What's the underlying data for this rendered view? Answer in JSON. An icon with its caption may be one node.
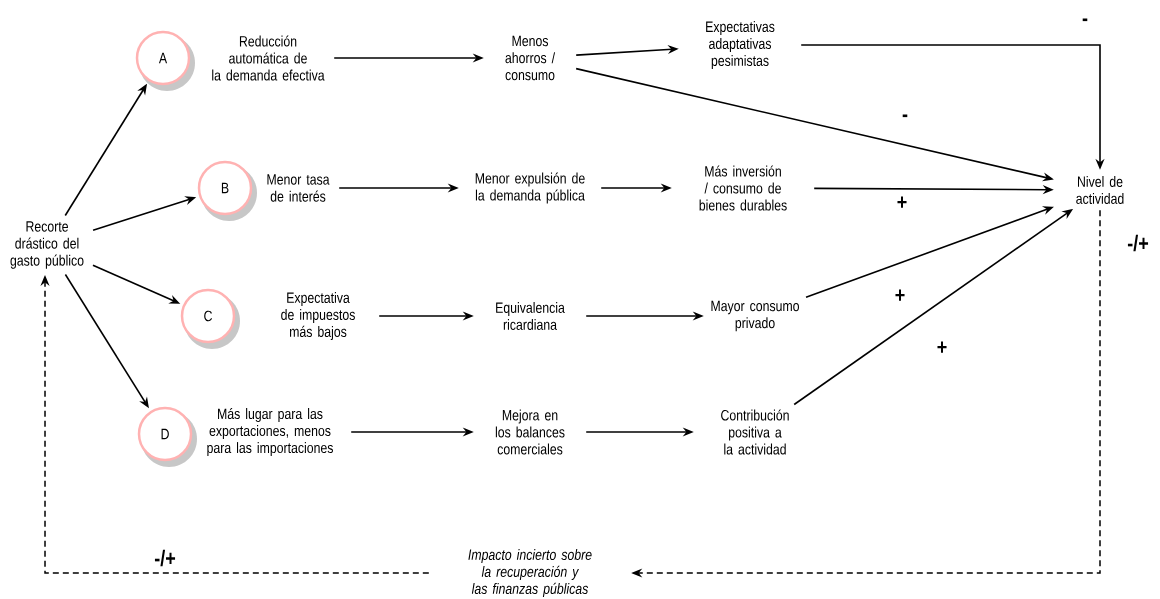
{
  "diagram": {
    "nodes": [
      {
        "text": [
          "Recorte drástico del gasto público"
        ]
      },
      {
        "text": [
          "A"
        ]
      },
      {
        "text": [
          "Reducción automática de la demanda efectiva"
        ]
      },
      {
        "text": [
          "Menos ahorros / consumo"
        ]
      },
      {
        "text": [
          "Expectativas adaptativas pesimistas"
        ]
      },
      {
        "text": [
          "B"
        ]
      },
      {
        "text": [
          "Menor tasa de interés"
        ]
      },
      {
        "text": [
          "Menor expulsión de la demanda pública"
        ]
      },
      {
        "text": [
          "Más inversión / consumo de bienes durables"
        ]
      },
      {
        "text": [
          "C"
        ]
      },
      {
        "text": [
          "Expectativa de impuestos más bajos"
        ]
      },
      {
        "text": [
          "Equivalencia ricardiana"
        ]
      },
      {
        "text": [
          "Mayor consumo privado"
        ]
      },
      {
        "text": [
          "D"
        ]
      },
      {
        "text": [
          "Más lugar para las exportaciones, menos para las importaciones"
        ]
      },
      {
        "text": [
          "Mejora en los balances comerciales"
        ]
      },
      {
        "text": [
          "Contribución positiva a la actividad"
        ]
      },
      {
        "text": [
          "Nivel de actividad"
        ]
      },
      {
        "text": [
          "*Impacto incierto sobre la recuperación y las finanzas públicas*"
        ]
      }
    ],
    "edges": [
      {
        "from": 0,
        "to": 1,
        "arrow": "to"
      },
      {
        "from": 0,
        "to": 5,
        "arrow": "to"
      },
      {
        "from": 0,
        "to": 9,
        "arrow": "to"
      },
      {
        "from": 0,
        "to": 13,
        "arrow": "to"
      },
      {
        "from": 2,
        "to": 3,
        "arrow": "to"
      },
      {
        "from": 3,
        "to": 4,
        "arrow": "to"
      },
      {
        "from": 4,
        "to": 17,
        "arrow": "to",
        "label": "-"
      },
      {
        "from": 3,
        "to": 17,
        "arrow": "to",
        "label": "-"
      },
      {
        "from": 6,
        "to": 7,
        "arrow": "to"
      },
      {
        "from": 7,
        "to": 8,
        "arrow": "to"
      },
      {
        "from": 8,
        "to": 17,
        "arrow": "to",
        "label": "+"
      },
      {
        "from": 10,
        "to": 11,
        "arrow": "to"
      },
      {
        "from": 11,
        "to": 12,
        "arrow": "to"
      },
      {
        "from": 12,
        "to": 17,
        "arrow": "to",
        "label": "+"
      },
      {
        "from": 14,
        "to": 15,
        "arrow": "to"
      },
      {
        "from": 15,
        "to": 16,
        "arrow": "to"
      },
      {
        "from": 16,
        "to": 17,
        "arrow": "to",
        "label": "+"
      },
      {
        "from": 17,
        "to": 18,
        "arrow": "to",
        "style": "dashed",
        "label": "-/+"
      },
      {
        "from": 18,
        "to": 0,
        "arrow": "to",
        "style": "dashed",
        "label": "-/+"
      }
    ]
  }
}
